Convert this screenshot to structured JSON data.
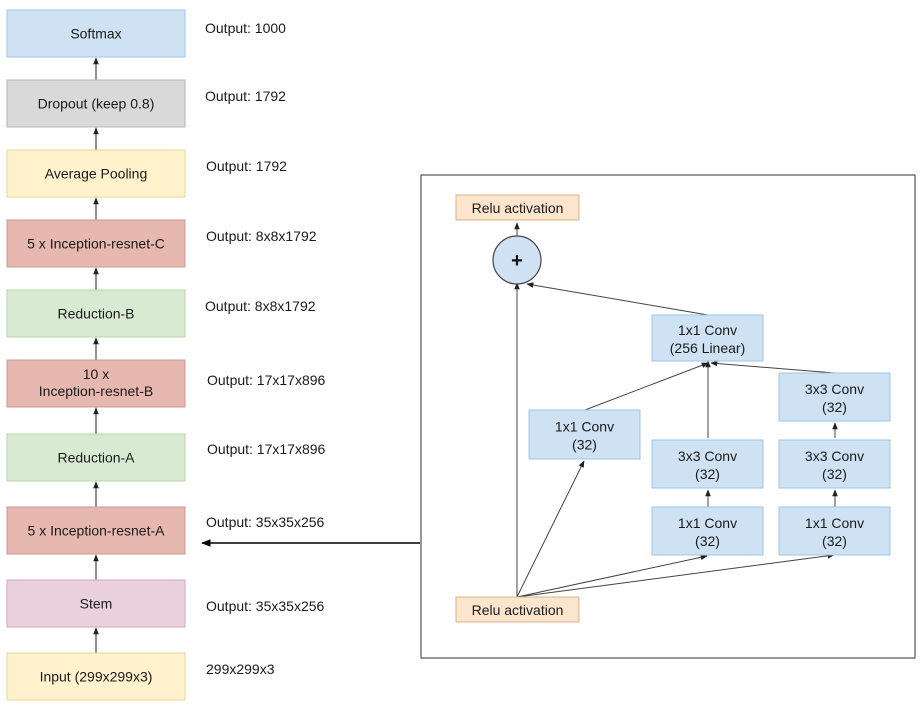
{
  "colors": {
    "blue_block": "#cfe2f3",
    "gray_block": "#d9d9d9",
    "yellow_block": "#fff2cc",
    "red_block": "#e6b8af",
    "green_block": "#d9ead3",
    "pink_block": "#ead1dc",
    "peach_block": "#fce5cd",
    "block_border": "#9fc5e8",
    "panel_border": "#333333"
  },
  "stack": {
    "blocks": [
      {
        "id": "softmax",
        "lines": [
          "Softmax"
        ],
        "color": "blue",
        "output": "Output: 1000"
      },
      {
        "id": "dropout",
        "lines": [
          "Dropout (keep 0.8)"
        ],
        "color": "gray",
        "output": "Output: 1792"
      },
      {
        "id": "avgpool",
        "lines": [
          "Average Pooling"
        ],
        "color": "yellow",
        "output": "Output: 1792"
      },
      {
        "id": "inc-c",
        "lines": [
          "5 x Inception-resnet-C"
        ],
        "color": "red",
        "output": "Output: 8x8x1792"
      },
      {
        "id": "red-b",
        "lines": [
          "Reduction-B"
        ],
        "color": "green",
        "output": "Output: 8x8x1792"
      },
      {
        "id": "inc-b",
        "lines": [
          "10 x",
          "Inception-resnet-B"
        ],
        "color": "red",
        "output": "Output: 17x17x896"
      },
      {
        "id": "red-a",
        "lines": [
          "Reduction-A"
        ],
        "color": "green",
        "output": "Output: 17x17x896"
      },
      {
        "id": "inc-a",
        "lines": [
          "5 x Inception-resnet-A"
        ],
        "color": "red",
        "output": "Output: 35x35x256"
      },
      {
        "id": "stem",
        "lines": [
          "Stem"
        ],
        "color": "pink",
        "output": "Output: 35x35x256"
      },
      {
        "id": "input",
        "lines": [
          "Input (299x299x3)"
        ],
        "color": "yellow",
        "output": "299x299x3"
      }
    ]
  },
  "detail": {
    "relu_top": "Relu activation",
    "relu_bottom": "Relu activation",
    "sum_symbol": "+",
    "convs": [
      {
        "id": "conv-linear",
        "lines": [
          "1x1 Conv",
          "(256 Linear)"
        ]
      },
      {
        "id": "conv-b1",
        "lines": [
          "1x1 Conv",
          "(32)"
        ]
      },
      {
        "id": "conv-b2-3x3",
        "lines": [
          "3x3 Conv",
          "(32)"
        ]
      },
      {
        "id": "conv-b2-1x1",
        "lines": [
          "1x1 Conv",
          "(32)"
        ]
      },
      {
        "id": "conv-b3-3x3-top",
        "lines": [
          "3x3 Conv",
          "(32)"
        ]
      },
      {
        "id": "conv-b3-3x3-mid",
        "lines": [
          "3x3 Conv",
          "(32)"
        ]
      },
      {
        "id": "conv-b3-1x1",
        "lines": [
          "1x1 Conv",
          "(32)"
        ]
      }
    ]
  }
}
